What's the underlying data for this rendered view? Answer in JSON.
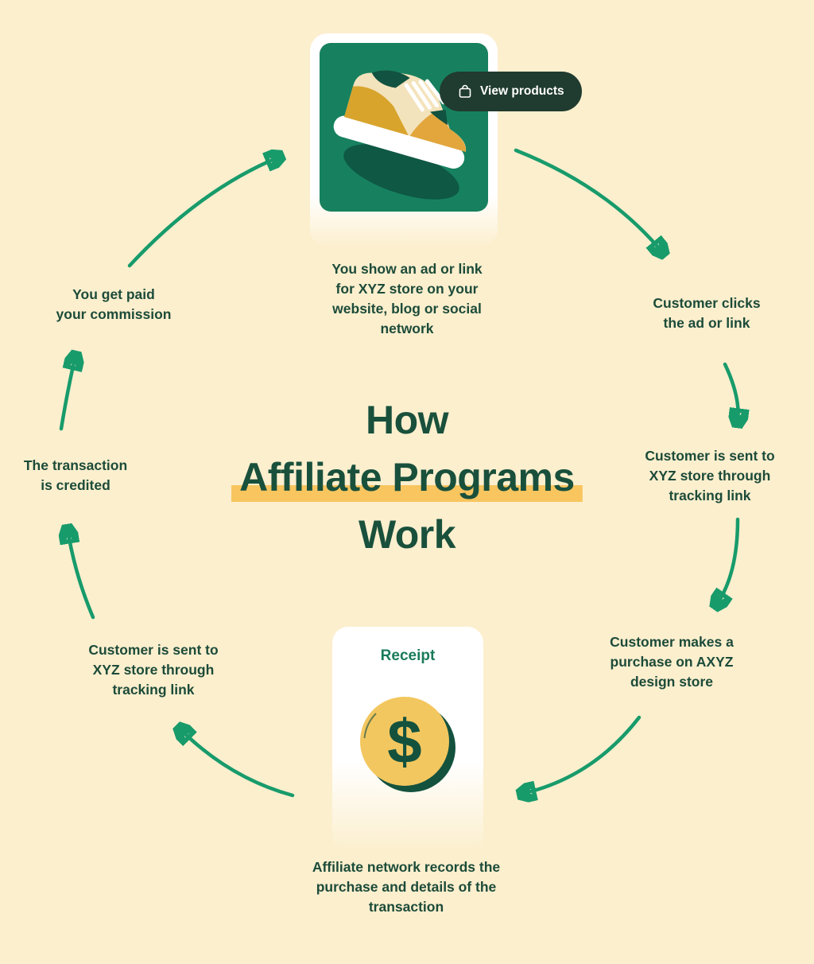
{
  "title": {
    "line1": "How",
    "line2": "Affiliate Programs",
    "line3": "Work"
  },
  "product_card": {
    "button_label": "View products",
    "image_subject": "sneaker"
  },
  "receipt_card": {
    "label": "Receipt",
    "coin_symbol": "$"
  },
  "steps": [
    {
      "id": "show-ad",
      "lines": [
        "You show an ad or link",
        "for XYZ store on your",
        "website, blog or social",
        "network"
      ]
    },
    {
      "id": "customer-clicks",
      "lines": [
        "Customer clicks",
        "the ad or link"
      ]
    },
    {
      "id": "sent-to-store-right",
      "lines": [
        "Customer is sent to",
        "XYZ store through",
        "tracking link"
      ]
    },
    {
      "id": "makes-purchase",
      "lines": [
        "Customer makes a",
        "purchase on AXYZ",
        "design store"
      ]
    },
    {
      "id": "network-records",
      "lines": [
        "Affiliate network records the",
        "purchase and details of the",
        "transaction"
      ]
    },
    {
      "id": "sent-to-store-left",
      "lines": [
        "Customer is sent to",
        "XYZ store through",
        "tracking link"
      ]
    },
    {
      "id": "transaction-credited",
      "lines": [
        "The transaction",
        "is credited"
      ]
    },
    {
      "id": "get-paid",
      "lines": [
        "You get paid",
        "your commission"
      ]
    }
  ],
  "colors": {
    "background": "#FCEFCE",
    "arrow_green": "#189B6B",
    "step_text_green": "#1C4B39",
    "title_green": "#19503C",
    "highlight_yellow": "#F8C55F",
    "card_green": "#17815F",
    "coin_yellow": "#F3C75F",
    "button_dark_green": "#203B2F",
    "shoe_mustard": "#D8A42C",
    "shoe_cream": "#F3E3BC"
  }
}
